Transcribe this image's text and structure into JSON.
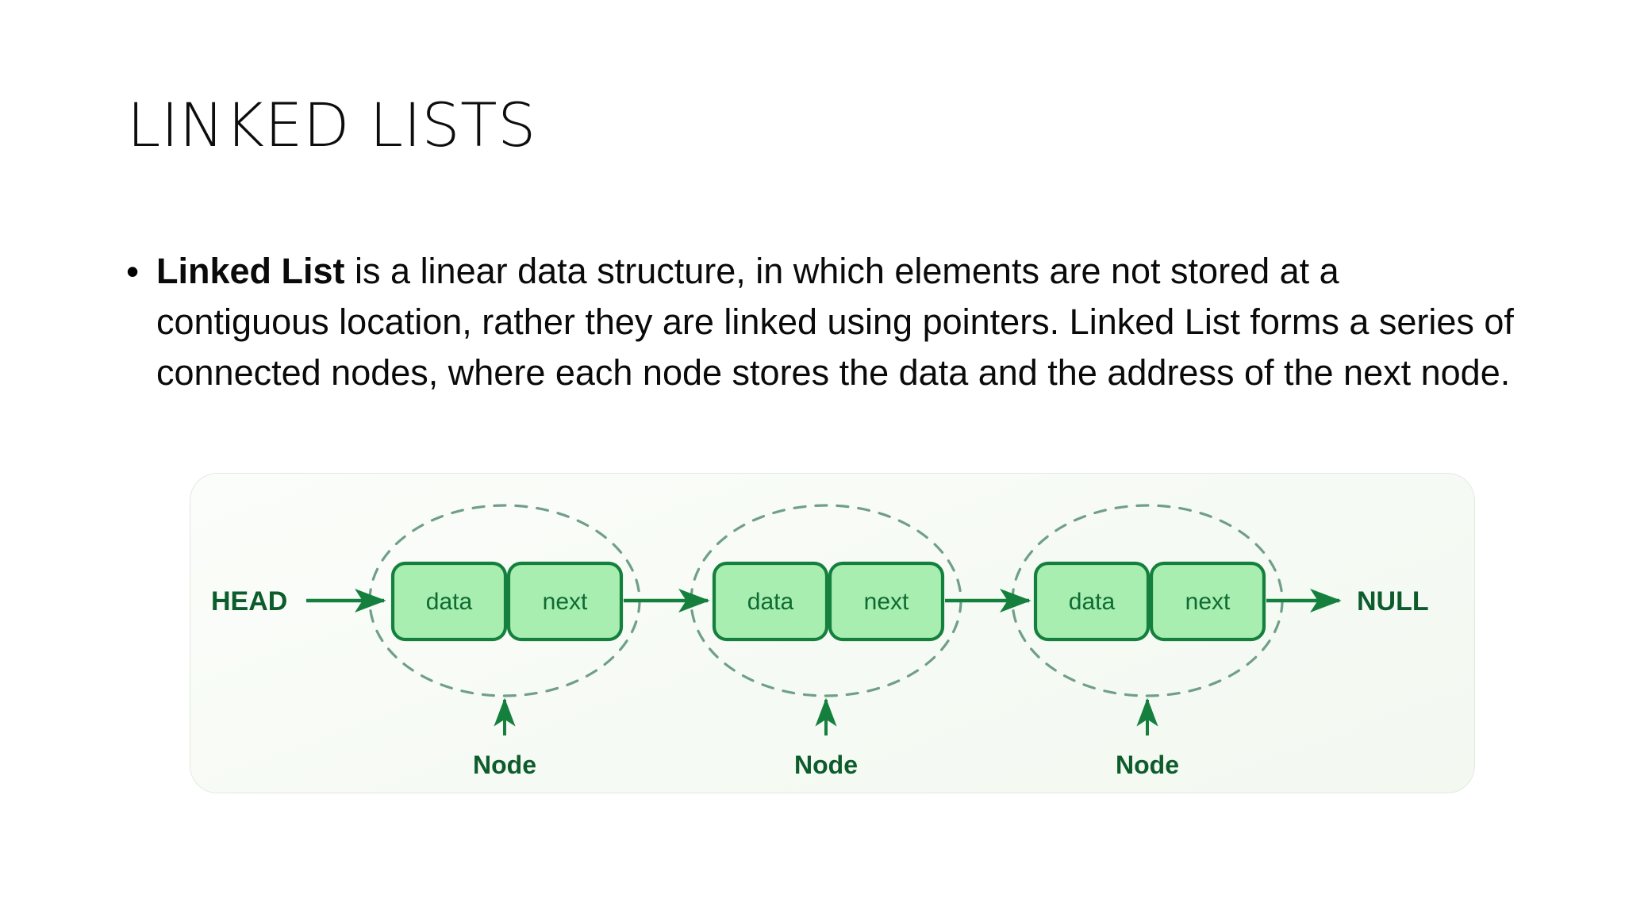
{
  "slide": {
    "title": "LINKED LISTS",
    "bullet_marker": "•",
    "body_lead": "Linked List",
    "body_rest": " is a linear data structure, in which elements are not stored at a contiguous location, rather they are linked using pointers. Linked List forms a series of connected nodes, where each node stores the data and the address of the next node."
  },
  "diagram": {
    "head_label": "HEAD",
    "null_label": "NULL",
    "node_caption": "Node",
    "nodes": [
      {
        "data_label": "data",
        "next_label": "next",
        "caption": "Node"
      },
      {
        "data_label": "data",
        "next_label": "next",
        "caption": "Node"
      },
      {
        "data_label": "data",
        "next_label": "next",
        "caption": "Node"
      }
    ],
    "colors": {
      "box_fill": "#a7eeb0",
      "box_stroke": "#15803d",
      "text_green": "#0d5c2c",
      "label_green": "#0f6b33",
      "ellipse_dash": "#6f9f88",
      "arrow": "#15803d",
      "card_bg": "#f6faf4"
    }
  }
}
